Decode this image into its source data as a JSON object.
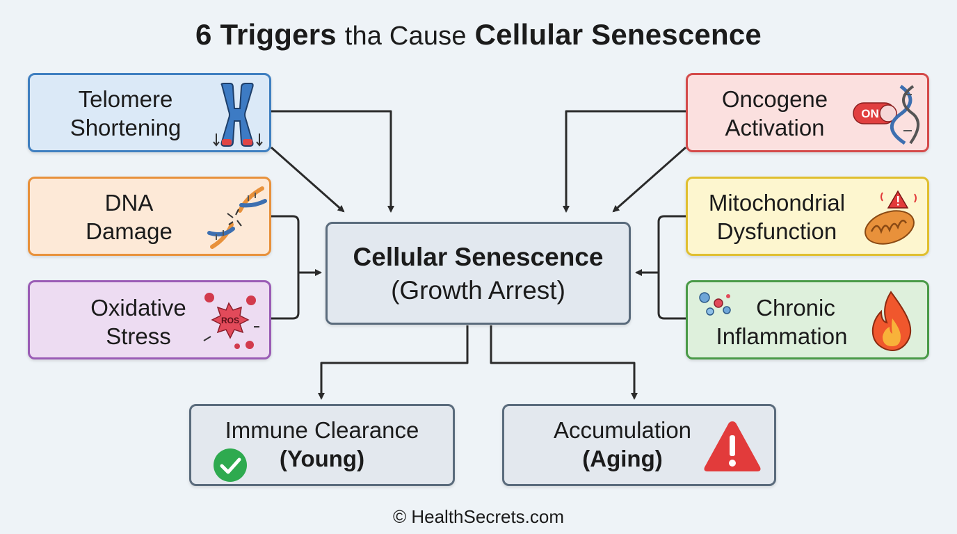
{
  "title": {
    "part1": "6 Triggers",
    "part2": "tha Cause",
    "part3": "Cellular Senescence"
  },
  "center": {
    "line1": "Cellular Senescence",
    "line2": "(Growth Arrest)"
  },
  "triggers": {
    "telomere": {
      "line1": "Telomere",
      "line2": "Shortening",
      "color": "#3f7fc0",
      "bg": "#dbe9f7"
    },
    "dna": {
      "line1": "DNA",
      "line2": "Damage",
      "color": "#e8913b",
      "bg": "#fde9d7"
    },
    "oxidative": {
      "line1": "Oxidative",
      "line2": "Stress",
      "icon_text": "ROS",
      "color": "#9a5cb5",
      "bg": "#eddcf2"
    },
    "oncogene": {
      "line1": "Oncogene",
      "line2": "Activation",
      "icon_text": "ON",
      "color": "#d44a4a",
      "bg": "#fbe0df"
    },
    "mito": {
      "line1": "Mitochondrial",
      "line2": "Dysfunction",
      "color": "#e0bf2f",
      "bg": "#fdf6cf"
    },
    "inflammation": {
      "line1": "Chronic",
      "line2": "Inflammation",
      "color": "#4a9a48",
      "bg": "#def0dc"
    }
  },
  "outcomes": {
    "young": {
      "line1": "Immune Clearance",
      "line2": "(Young)",
      "icon": "check-circle-icon",
      "icon_color": "#2eaa4f"
    },
    "aging": {
      "line1": "Accumulation",
      "line2": "(Aging)",
      "icon": "warning-triangle-icon",
      "icon_color": "#e23b3b"
    }
  },
  "footer": "© HealthSecrets.com"
}
